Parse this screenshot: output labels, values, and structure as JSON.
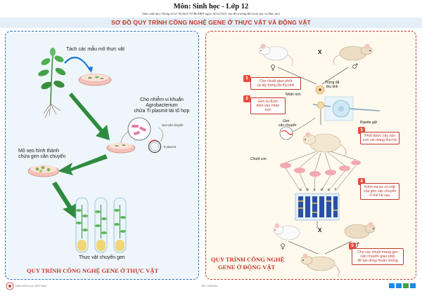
{
  "header": {
    "title": "Môn: Sinh học - Lớp 12",
    "subtitle": "(Sản xuất theo Thông tư số 39/2021/TT-BGDĐT ngày 30/12/2021 của Bộ trưởng Bộ Giáo dục và Đào tạo)",
    "main_title": "SƠ ĐỒ QUY TRÌNH CÔNG NGHỆ GENE Ở THỰC VẬT VÀ ĐỘNG VẬT"
  },
  "plant": {
    "step_tissue": "Tách các mẫu mô thực vật",
    "step_infect_1": "Cho nhiễm vi khuẩn",
    "step_infect_2": "Agrobacterium",
    "step_infect_3": "chứa Ti plasmit tái tổ hợp",
    "gene_label": "Gen cần chuyển",
    "plasmid_label": "Ti plasmit",
    "step_callus_1": "Mô sẹo hình thành",
    "step_callus_2": "chứa gen cần chuyển",
    "result": "Thực vật chuyển gen",
    "caption": "QUY TRÌNH CÔNG NGHỆ GENE Ở THỰC VẬT"
  },
  "animal": {
    "cross_symbol": "X",
    "egg_label_1": "Trứng đã",
    "egg_label_2": "thụ tinh",
    "nucleus_label": "Nhân non",
    "pipette_label": "Pipette giữ",
    "gene_label_1": "Gen",
    "gene_label_2": "cần chuyển",
    "baby_label": "Chuột con",
    "lanes": [
      "a",
      "b",
      "c",
      "d",
      "e",
      "f"
    ],
    "steps": [
      {
        "num": "1",
        "text_1": "Cho chuột giao phối",
        "text_2": "và lấy trứng đã thụ tinh"
      },
      {
        "num": "2",
        "text_1": "Gen lạ được",
        "text_2": "tiêm vào nhân non"
      },
      {
        "num": "3",
        "text_1": "Phôi được cấy vào",
        "text_2": "con cái mang thai hộ"
      },
      {
        "num": "4",
        "text_1": "Kiểm tra sự có mặt",
        "text_2": "của gen cần chuyển",
        "text_3": "ở thế hệ sau"
      },
      {
        "num": "5",
        "text_1": "Cho các chuột mang gen",
        "text_2": "cần chuyển giao phối",
        "text_3": "để tạo dòng thuần chủng"
      }
    ],
    "caption_1": "QUY TRÌNH CÔNG NGHỆ",
    "caption_2": "GENE Ở ĐỘNG VẬT"
  },
  "footer": {
    "publisher": "NXB GIÁO DỤC VIỆT NAM",
    "code": "SBT: 1BH1041"
  },
  "colors": {
    "accent_red": "#c0392b",
    "accent_blue": "#2f6db5",
    "arrow_green": "#2e8b3f"
  }
}
